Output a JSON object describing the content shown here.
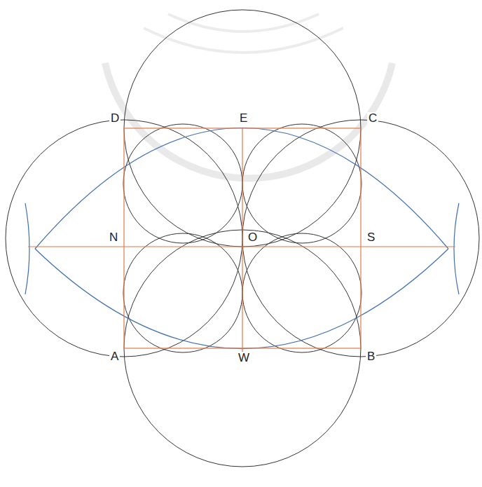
{
  "diagram": {
    "labels": [
      "D",
      "E",
      "C",
      "N",
      "O",
      "S",
      "A",
      "W",
      "B"
    ]
  }
}
